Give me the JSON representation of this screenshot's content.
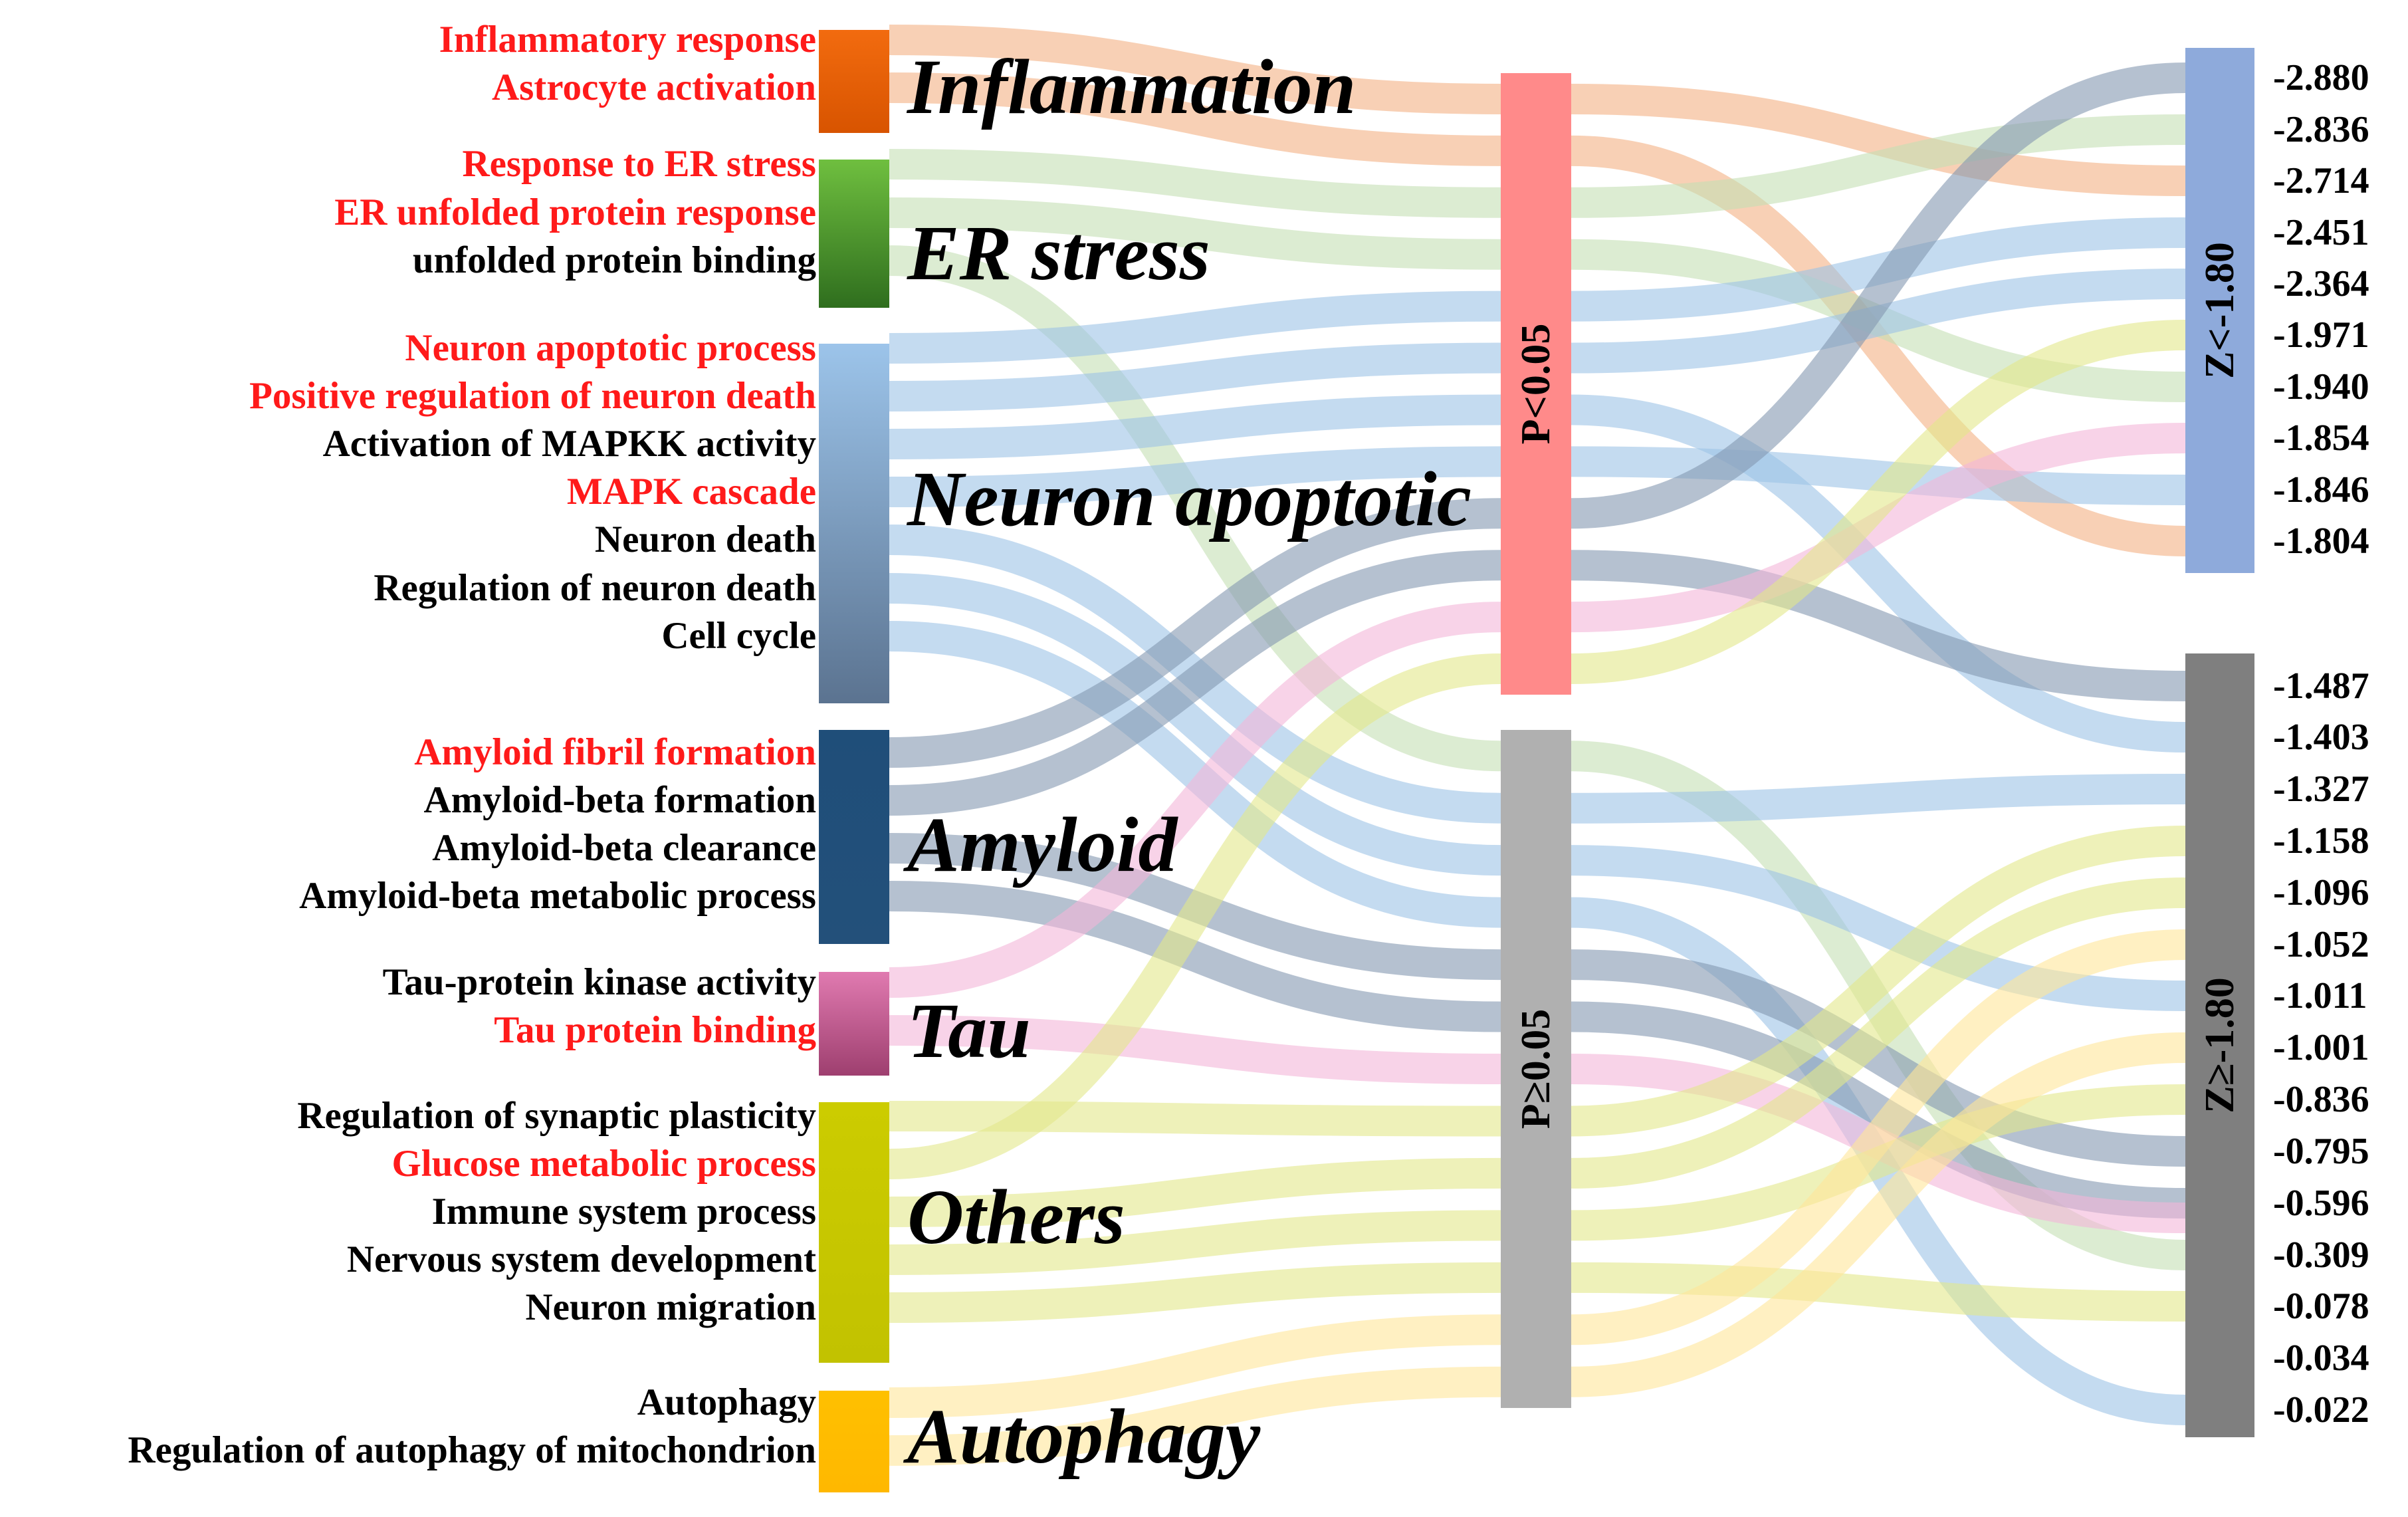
{
  "groups": [
    {
      "key": "inflammation",
      "label": "Inflammation",
      "color": "#e8600a",
      "terms": [
        {
          "text": "Inflammatory response",
          "highlight": true
        },
        {
          "text": "Astrocyte activation",
          "highlight": true
        }
      ]
    },
    {
      "key": "er-stress",
      "label": "ER stress",
      "color": "#5aa832",
      "terms": [
        {
          "text": "Response to ER stress",
          "highlight": true
        },
        {
          "text": "ER unfolded protein response",
          "highlight": true
        },
        {
          "text": "unfolded protein binding",
          "highlight": false
        }
      ]
    },
    {
      "key": "neuron-apoptotic",
      "label": "Neuron apoptotic",
      "color": "#8fb3dc",
      "terms": [
        {
          "text": "Neuron apoptotic process",
          "highlight": true
        },
        {
          "text": "Positive regulation of neuron death",
          "highlight": true
        },
        {
          "text": "Activation of MAPKK activity",
          "highlight": false
        },
        {
          "text": "MAPK cascade",
          "highlight": true
        },
        {
          "text": "Neuron death",
          "highlight": false
        },
        {
          "text": "Regulation of neuron death",
          "highlight": false
        },
        {
          "text": "Cell cycle",
          "highlight": false
        }
      ]
    },
    {
      "key": "amyloid",
      "label": "Amyloid",
      "color": "#1f4e79",
      "terms": [
        {
          "text": "Amyloid fibril formation",
          "highlight": true
        },
        {
          "text": "Amyloid-beta formation",
          "highlight": false
        },
        {
          "text": "Amyloid-beta clearance",
          "highlight": false
        },
        {
          "text": "Amyloid-beta metabolic process",
          "highlight": false
        }
      ]
    },
    {
      "key": "tau",
      "label": "Tau",
      "color": "#d6679f",
      "terms": [
        {
          "text": "Tau-protein kinase activity",
          "highlight": false
        },
        {
          "text": "Tau protein binding",
          "highlight": true
        }
      ]
    },
    {
      "key": "others",
      "label": "Others",
      "color": "#c8c800",
      "terms": [
        {
          "text": "Regulation of synaptic plasticity",
          "highlight": false
        },
        {
          "text": "Glucose metabolic process",
          "highlight": true
        },
        {
          "text": "Immune system process",
          "highlight": false
        },
        {
          "text": "Nervous system development",
          "highlight": false
        },
        {
          "text": "Neuron migration",
          "highlight": false
        }
      ]
    },
    {
      "key": "autophagy",
      "label": "Autophagy",
      "color": "#ffc000",
      "terms": [
        {
          "text": "Autophagy",
          "highlight": false
        },
        {
          "text": "Regulation of autophagy of mitochondrion",
          "highlight": false
        }
      ]
    }
  ],
  "p_nodes": [
    {
      "key": "p-sig",
      "label": "P<0.05",
      "color": "#ff8a8a"
    },
    {
      "key": "p-nonsig",
      "label": "P≥0.05",
      "color": "#b0b0b0"
    }
  ],
  "z_nodes": [
    {
      "key": "z-low",
      "label": "Z<-1.80",
      "color": "#8eaadb",
      "values": [
        "-2.880",
        "-2.836",
        "-2.714",
        "-2.451",
        "-2.364",
        "-1.971",
        "-1.940",
        "-1.854",
        "-1.846",
        "-1.804"
      ]
    },
    {
      "key": "z-high",
      "label": "Z≥-1.80",
      "color": "#7f7f7f",
      "values": [
        "-1.487",
        "-1.403",
        "-1.327",
        "-1.158",
        "-1.096",
        "-1.052",
        "-1.011",
        "-1.001",
        "-0.836",
        "-0.795",
        "-0.596",
        "-0.309",
        "-0.078",
        "-0.034",
        "-0.022"
      ]
    }
  ],
  "colors": {
    "highlight_text": "#ff1a1a",
    "normal_text": "#000000"
  },
  "flows": [
    {
      "term": "Inflammatory response",
      "p": "P<0.05",
      "z": "-2.714",
      "color": "#f4b183"
    },
    {
      "term": "Astrocyte activation",
      "p": "P<0.05",
      "z": "-1.804",
      "color": "#f4b183"
    },
    {
      "term": "Response to ER stress",
      "p": "P<0.05",
      "z": "-2.836",
      "color": "#c5e0b4"
    },
    {
      "term": "ER unfolded protein response",
      "p": "P<0.05",
      "z": "-1.940",
      "color": "#c5e0b4"
    },
    {
      "term": "unfolded protein binding",
      "p": "P≥0.05",
      "z": "-0.309",
      "color": "#c5e0b4"
    },
    {
      "term": "Neuron apoptotic process",
      "p": "P<0.05",
      "z": "-2.451",
      "color": "#9dc3e6"
    },
    {
      "term": "Positive regulation of neuron death",
      "p": "P<0.05",
      "z": "-2.364",
      "color": "#9dc3e6"
    },
    {
      "term": "Activation of MAPKK activity",
      "p": "P<0.05",
      "z": "-1.403",
      "color": "#9dc3e6"
    },
    {
      "term": "MAPK cascade",
      "p": "P<0.05",
      "z": "-1.846",
      "color": "#9dc3e6"
    },
    {
      "term": "Neuron death",
      "p": "P≥0.05",
      "z": "-1.327",
      "color": "#9dc3e6"
    },
    {
      "term": "Regulation of neuron death",
      "p": "P≥0.05",
      "z": "-1.011",
      "color": "#9dc3e6"
    },
    {
      "term": "Cell cycle",
      "p": "P≥0.05",
      "z": "-0.022",
      "color": "#9dc3e6"
    },
    {
      "term": "Amyloid fibril formation",
      "p": "P<0.05",
      "z": "-2.880",
      "color": "#8497b0"
    },
    {
      "term": "Amyloid-beta formation",
      "p": "P<0.05",
      "z": "-1.487",
      "color": "#8497b0"
    },
    {
      "term": "Amyloid-beta clearance",
      "p": "P≥0.05",
      "z": "-0.795",
      "color": "#8497b0"
    },
    {
      "term": "Amyloid-beta metabolic process",
      "p": "P≥0.05",
      "z": "-0.596",
      "color": "#8497b0"
    },
    {
      "term": "Tau-protein kinase activity",
      "p": "P<0.05",
      "z": "-1.854",
      "color": "#f4b6d8"
    },
    {
      "term": "Tau protein binding",
      "p": "P≥0.05",
      "z": "-0.596",
      "color": "#f4b6d8"
    },
    {
      "term": "Regulation of synaptic plasticity",
      "p": "P≥0.05",
      "z": "-1.158",
      "color": "#e2e88a"
    },
    {
      "term": "Glucose metabolic process",
      "p": "P<0.05",
      "z": "-1.971",
      "color": "#e2e88a"
    },
    {
      "term": "Immune system process",
      "p": "P≥0.05",
      "z": "-1.096",
      "color": "#e2e88a"
    },
    {
      "term": "Nervous system development",
      "p": "P≥0.05",
      "z": "-0.836",
      "color": "#e2e88a"
    },
    {
      "term": "Neuron migration",
      "p": "P≥0.05",
      "z": "-0.078",
      "color": "#e2e88a"
    },
    {
      "term": "Autophagy",
      "p": "P≥0.05",
      "z": "-1.052",
      "color": "#ffe699"
    },
    {
      "term": "Regulation of autophagy of mitochondrion",
      "p": "P≥0.05",
      "z": "-1.001",
      "color": "#ffe699"
    }
  ]
}
